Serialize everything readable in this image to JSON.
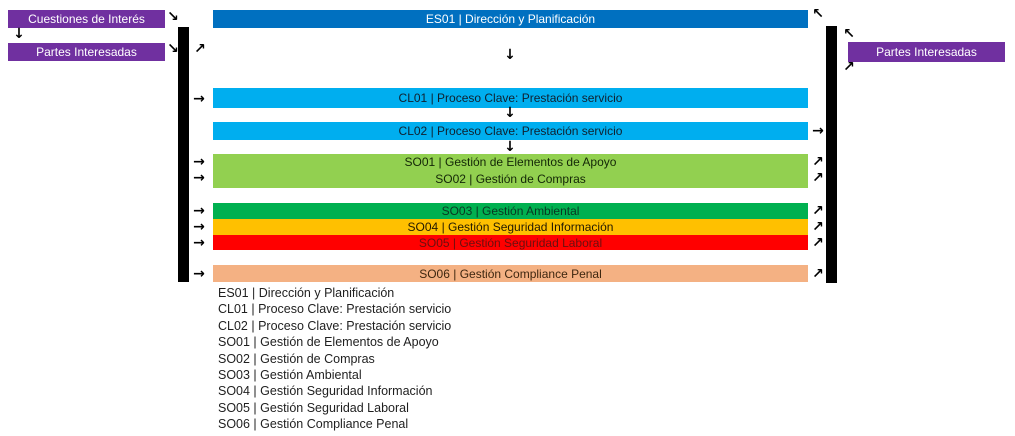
{
  "icons": {
    "down": "↓",
    "right": "→",
    "up_right": "↗",
    "down_right": "↘",
    "up_left": "↖"
  },
  "colors": {
    "external_purple": "#7030A0",
    "barrier_black": "#000000",
    "strategic_blue": "#0070C0",
    "key_light_blue": "#00AEEF",
    "support_light_green": "#92D050",
    "support_green": "#00B050",
    "support_amber": "#FFC000",
    "support_red": "#FF0000",
    "support_salmon": "#F4B183"
  },
  "external_left": [
    {
      "label": "Cuestiones de Interés",
      "bg": "#7030A0",
      "fg": "#FFFFFF"
    },
    {
      "label": "Partes Interesadas",
      "bg": "#7030A0",
      "fg": "#FFFFFF"
    }
  ],
  "external_right": {
    "label": "Partes Interesadas",
    "bg": "#7030A0",
    "fg": "#FFFFFF"
  },
  "processes": {
    "strategic": {
      "id": "ES01",
      "label": "ES01 | Dirección y Planificación",
      "bg": "#0070C0",
      "fg": "#FFFFFF"
    },
    "key": [
      {
        "id": "CL01",
        "label": "CL01 | Proceso Clave: Prestación servicio",
        "bg": "#00AEEF",
        "fg": "#10202e"
      },
      {
        "id": "CL02",
        "label": "CL02 | Proceso Clave: Prestación servicio",
        "bg": "#00AEEF",
        "fg": "#10202e"
      }
    ],
    "support_block": {
      "bg": "#92D050",
      "fg": "#142707",
      "lines": [
        {
          "id": "SO01",
          "label": "SO01 | Gestión de Elementos de Apoyo"
        },
        {
          "id": "SO02",
          "label": "SO02 | Gestión de Compras"
        }
      ]
    },
    "support": [
      {
        "id": "SO03",
        "label": "SO03 | Gestión Ambiental",
        "bg": "#00B050",
        "fg": "#0a3622"
      },
      {
        "id": "SO04",
        "label": "SO04 | Gestión Seguridad Información",
        "bg": "#FFC000",
        "fg": "#231a02"
      },
      {
        "id": "SO05",
        "label": "SO05 | Gestión Seguridad Laboral",
        "bg": "#FF0000",
        "fg": "#6b0f0f"
      },
      {
        "id": "SO06",
        "label": "SO06 | Gestión Compliance Penal",
        "bg": "#F4B183",
        "fg": "#3e2710"
      }
    ]
  },
  "legend": [
    "ES01 | Dirección y Planificación",
    "CL01 | Proceso Clave: Prestación servicio",
    "CL02 | Proceso Clave: Prestación servicio",
    "SO01 | Gestión de Elementos de Apoyo",
    "SO02 | Gestión de Compras",
    "SO03 | Gestión Ambiental",
    "SO04 | Gestión Seguridad Información",
    "SO05 | Gestión Seguridad Laboral",
    "SO06 | Gestión Compliance Penal"
  ]
}
